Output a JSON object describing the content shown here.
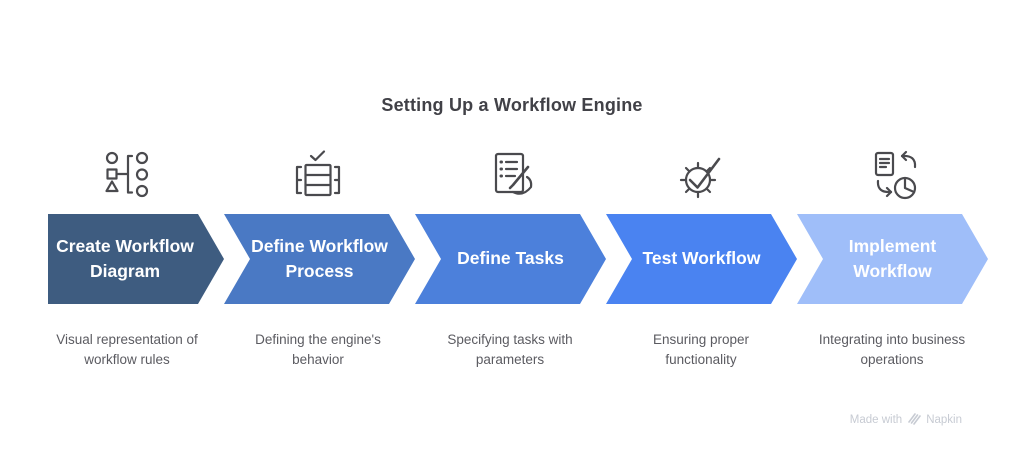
{
  "title": "Setting Up a Workflow Engine",
  "steps": [
    {
      "label": "Create Workflow Diagram",
      "description": "Visual representation of workflow rules",
      "color": "#3E5C80",
      "icon": "flowchart-mapping-icon"
    },
    {
      "label": "Define Workflow Process",
      "description": "Defining the engine's behavior",
      "color": "#4A79C4",
      "icon": "table-check-icon"
    },
    {
      "label": "Define Tasks",
      "description": "Specifying tasks with parameters",
      "color": "#4C80DB",
      "icon": "task-list-writing-icon"
    },
    {
      "label": "Test Workflow",
      "description": "Ensuring proper functionality",
      "color": "#4A83F1",
      "icon": "gear-check-icon"
    },
    {
      "label": "Implement Workflow",
      "description": "Integrating into business operations",
      "color": "#9FBEF9",
      "icon": "document-chart-sync-icon"
    }
  ],
  "watermark": {
    "prefix": "Made with",
    "brand": "Napkin"
  }
}
